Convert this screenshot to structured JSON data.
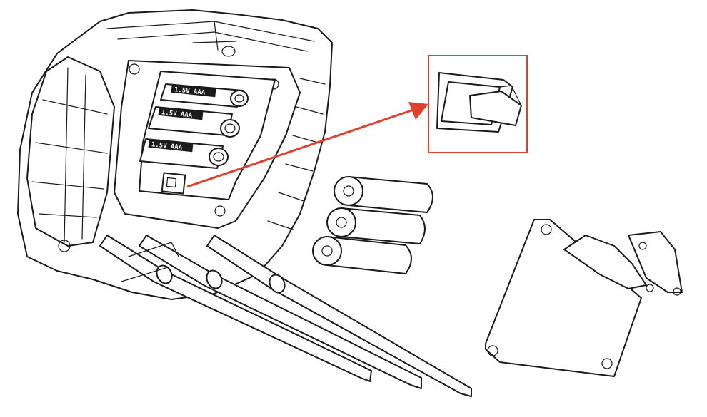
{
  "battery_labels": [
    "1.5V AAA",
    "1.5V AAA",
    "1.5V AAA"
  ],
  "colors": {
    "line": "#1a1a1a",
    "accent": "#e0412f",
    "background": "#ffffff"
  }
}
